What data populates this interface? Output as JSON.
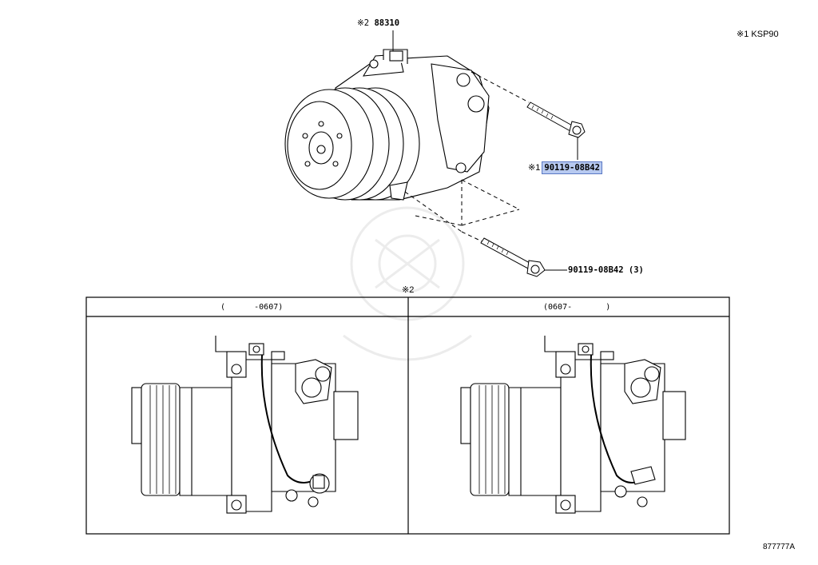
{
  "callouts": {
    "compressor_ref": {
      "mark": "※2",
      "part": "88310"
    },
    "model_note": "※1 KSP90",
    "upper_bolt": {
      "mark": "※1",
      "part": "90119-08B42"
    },
    "lower_bolt": {
      "part": "90119-08B42",
      "qty": "(3)"
    }
  },
  "detail_panel": {
    "mark": "※2",
    "left_header": "(      -0607)",
    "right_header": "(0607-       )"
  },
  "footer": {
    "drawing_id": "877777A"
  },
  "colors": {
    "highlight": "#b7c9f0",
    "line": "#000000"
  }
}
